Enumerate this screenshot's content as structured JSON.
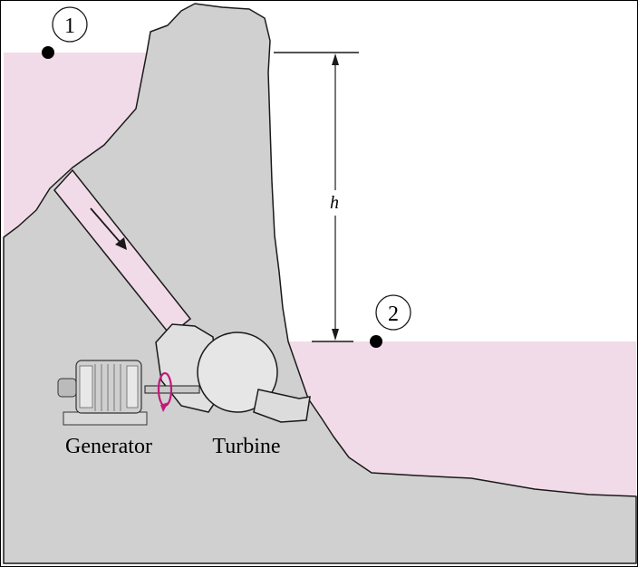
{
  "colors": {
    "water": "#f2dbe8",
    "rock": "#d0d0d0",
    "rock_light": "#dcdcdc",
    "outline": "#1a1a1a",
    "rotation_arrow": "#c2187a"
  },
  "points": {
    "point1_label": "1",
    "point2_label": "2"
  },
  "dimension": {
    "head_label": "h"
  },
  "labels": {
    "generator": "Generator",
    "turbine": "Turbine"
  }
}
